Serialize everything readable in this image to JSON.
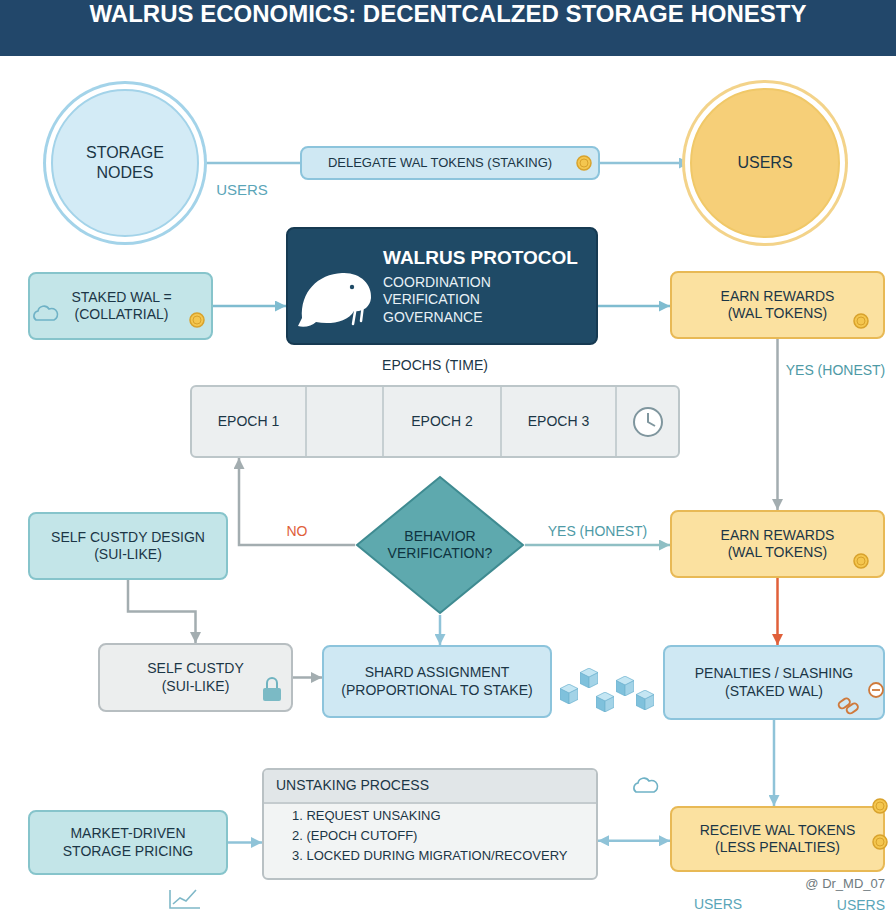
{
  "diagram": {
    "title": "WALRUS ECONOMICS: DECENTCALZED STORAGE HONESTY",
    "nodes": [
      {
        "text": [
          "STORAGE NODES"
        ]
      },
      {
        "text": [
          "DELEGATE WAL TOKENS (STAKING)"
        ]
      },
      {
        "text": [
          "USERS"
        ]
      },
      {
        "text": [
          "STAKED WAL = (COLLATRIAL)"
        ]
      },
      {
        "text": [
          "WALRUS PROTOCOL",
          "COORDINATION VERIFICATION GOVERNANCE"
        ]
      },
      {
        "text": [
          "EARN REWARDS (WAL TOKENS)"
        ]
      },
      {
        "text": [
          "EPOCHS (TIME)"
        ]
      },
      {
        "text": [
          "EPOCH 1"
        ],
        "in": 6
      },
      {
        "text": [
          "EPOCH 2"
        ],
        "in": 6
      },
      {
        "text": [
          "EPOCH 3"
        ],
        "in": 6
      },
      {
        "text": [
          "SELF CUSTDY DESIGN (SUI-LIKE)"
        ]
      },
      {
        "text": [
          "BEHAVIOR VERIFICATION?"
        ]
      },
      {
        "text": [
          "EARN REWARDS (WAL TOKENS)"
        ]
      },
      {
        "text": [
          "SELF CUSTDY (SUI-LIKE)"
        ]
      },
      {
        "text": [
          "SHARD ASSIGNMENT (PROPORTIONAL TO STAKE)"
        ]
      },
      {
        "text": [
          "PENALTIES / SLASHING (STAKED WAL)"
        ]
      },
      {
        "text": [
          "MARKET-DRIVEN STORAGE PRICING"
        ]
      },
      {
        "text": [
          "UNSTAKING PROCESS",
          "1. REQUEST UNSAKING",
          "2. (EPOCH CUTOFF)",
          "3. LOCKED DURING MIGRATION/RECOVERY"
        ]
      },
      {
        "text": [
          "RECEIVE WAL TOKENS (LESS PENALTIES)"
        ]
      }
    ],
    "edges": [
      {
        "from": 0,
        "to": 1,
        "arrow": "none"
      },
      {
        "from": 1,
        "to": 2,
        "arrow": "to"
      },
      {
        "from": 3,
        "to": 4,
        "arrow": "to"
      },
      {
        "from": 4,
        "to": 5,
        "arrow": "to"
      },
      {
        "from": 5,
        "to": 12,
        "label": "YES (HONEST)",
        "arrow": "to"
      },
      {
        "from": 11,
        "to": 12,
        "label": "YES (HONEST)",
        "arrow": "to"
      },
      {
        "from": 11,
        "to": 6,
        "label": "NO",
        "arrow": "to"
      },
      {
        "from": 11,
        "to": 14,
        "arrow": "to"
      },
      {
        "from": 12,
        "to": 15,
        "arrow": "to"
      },
      {
        "from": 10,
        "to": 13,
        "arrow": "to"
      },
      {
        "from": 13,
        "to": 14,
        "arrow": "to"
      },
      {
        "from": 15,
        "to": 18,
        "arrow": "to"
      },
      {
        "from": 16,
        "to": 17,
        "arrow": "to"
      },
      {
        "from": 17,
        "to": 18,
        "arrow": "both"
      }
    ],
    "labels": [
      "USERS",
      "USERS",
      "USERS",
      "@ Dr_MD_07"
    ]
  }
}
